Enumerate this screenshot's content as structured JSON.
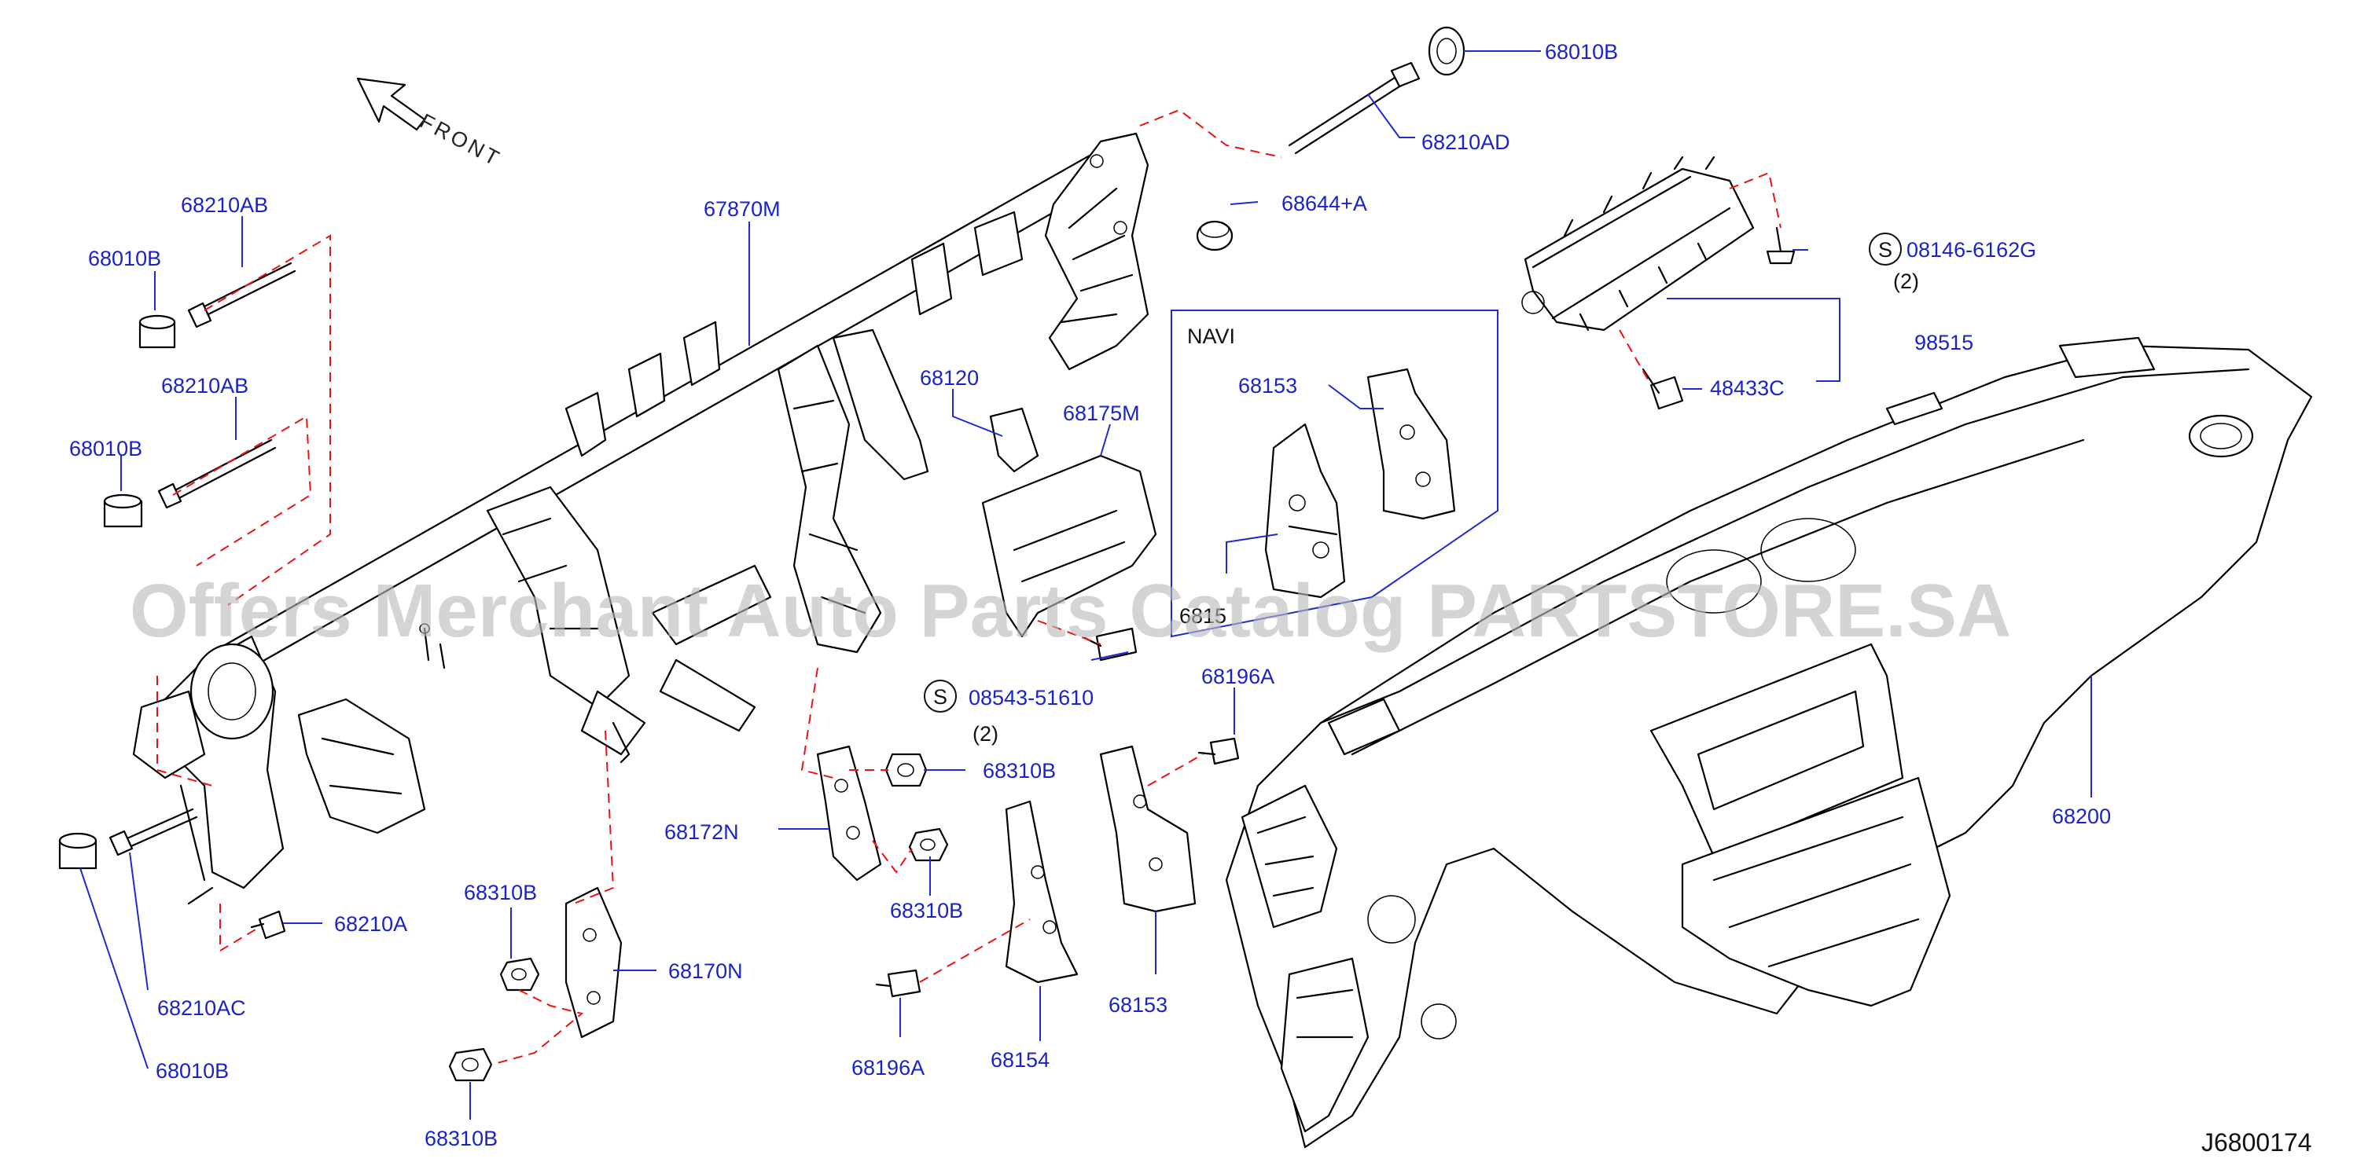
{
  "direction_label": "FRONT",
  "navi_box_label": "NAVI",
  "navi_box_part_partial": "6815",
  "watermark": "Offers Merchant Auto Parts Catalog PARTSTORE.SA",
  "diagram_code": "J6800174",
  "screw_symbol": "S",
  "parts": {
    "p68010B_top": "68010B",
    "p68210AD": "68210AD",
    "p68644A": "68644+A",
    "p08146": "08146-6162G",
    "p08146_qty": "(2)",
    "p98515": "98515",
    "p48433C": "48433C",
    "p68210AB_1": "68210AB",
    "p68010B_1": "68010B",
    "p68210AB_2": "68210AB",
    "p68010B_2": "68010B",
    "p67870M": "67870M",
    "p68120": "68120",
    "p68175M": "68175M",
    "p68153_navi": "68153",
    "p08543": "08543-51610",
    "p08543_qty": "(2)",
    "p68196A_r": "68196A",
    "p68310B_1": "68310B",
    "p68172N": "68172N",
    "p68310B_2": "68310B",
    "p68310B_3": "68310B",
    "p68210A": "68210A",
    "p68170N": "68170N",
    "p68210AC": "68210AC",
    "p68010B_3": "68010B",
    "p68310B_4": "68310B",
    "p68196A_l": "68196A",
    "p68154": "68154",
    "p68153": "68153",
    "p68200": "68200"
  }
}
